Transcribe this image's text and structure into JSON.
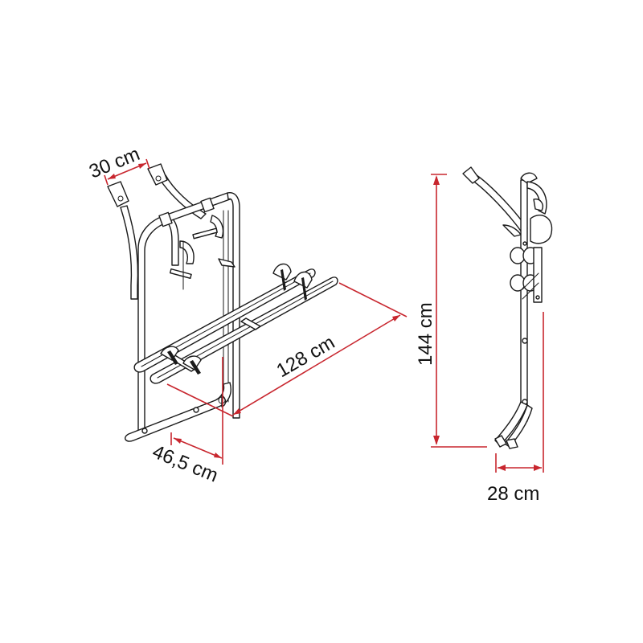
{
  "diagram": {
    "subject": "Rear-door bike carrier dimension drawing",
    "colors": {
      "background": "#ffffff",
      "line_art": "#1a1a1a",
      "dimension_lines": "#c8262e",
      "label_text": "#111111"
    },
    "views": {
      "perspective": {
        "dimensions": {
          "upper_mount_spacing": "30 cm",
          "rail_length": "128 cm",
          "lower_depth": "46,5 cm"
        }
      },
      "side": {
        "dimensions": {
          "height": "144 cm",
          "depth": "28 cm"
        }
      }
    }
  }
}
